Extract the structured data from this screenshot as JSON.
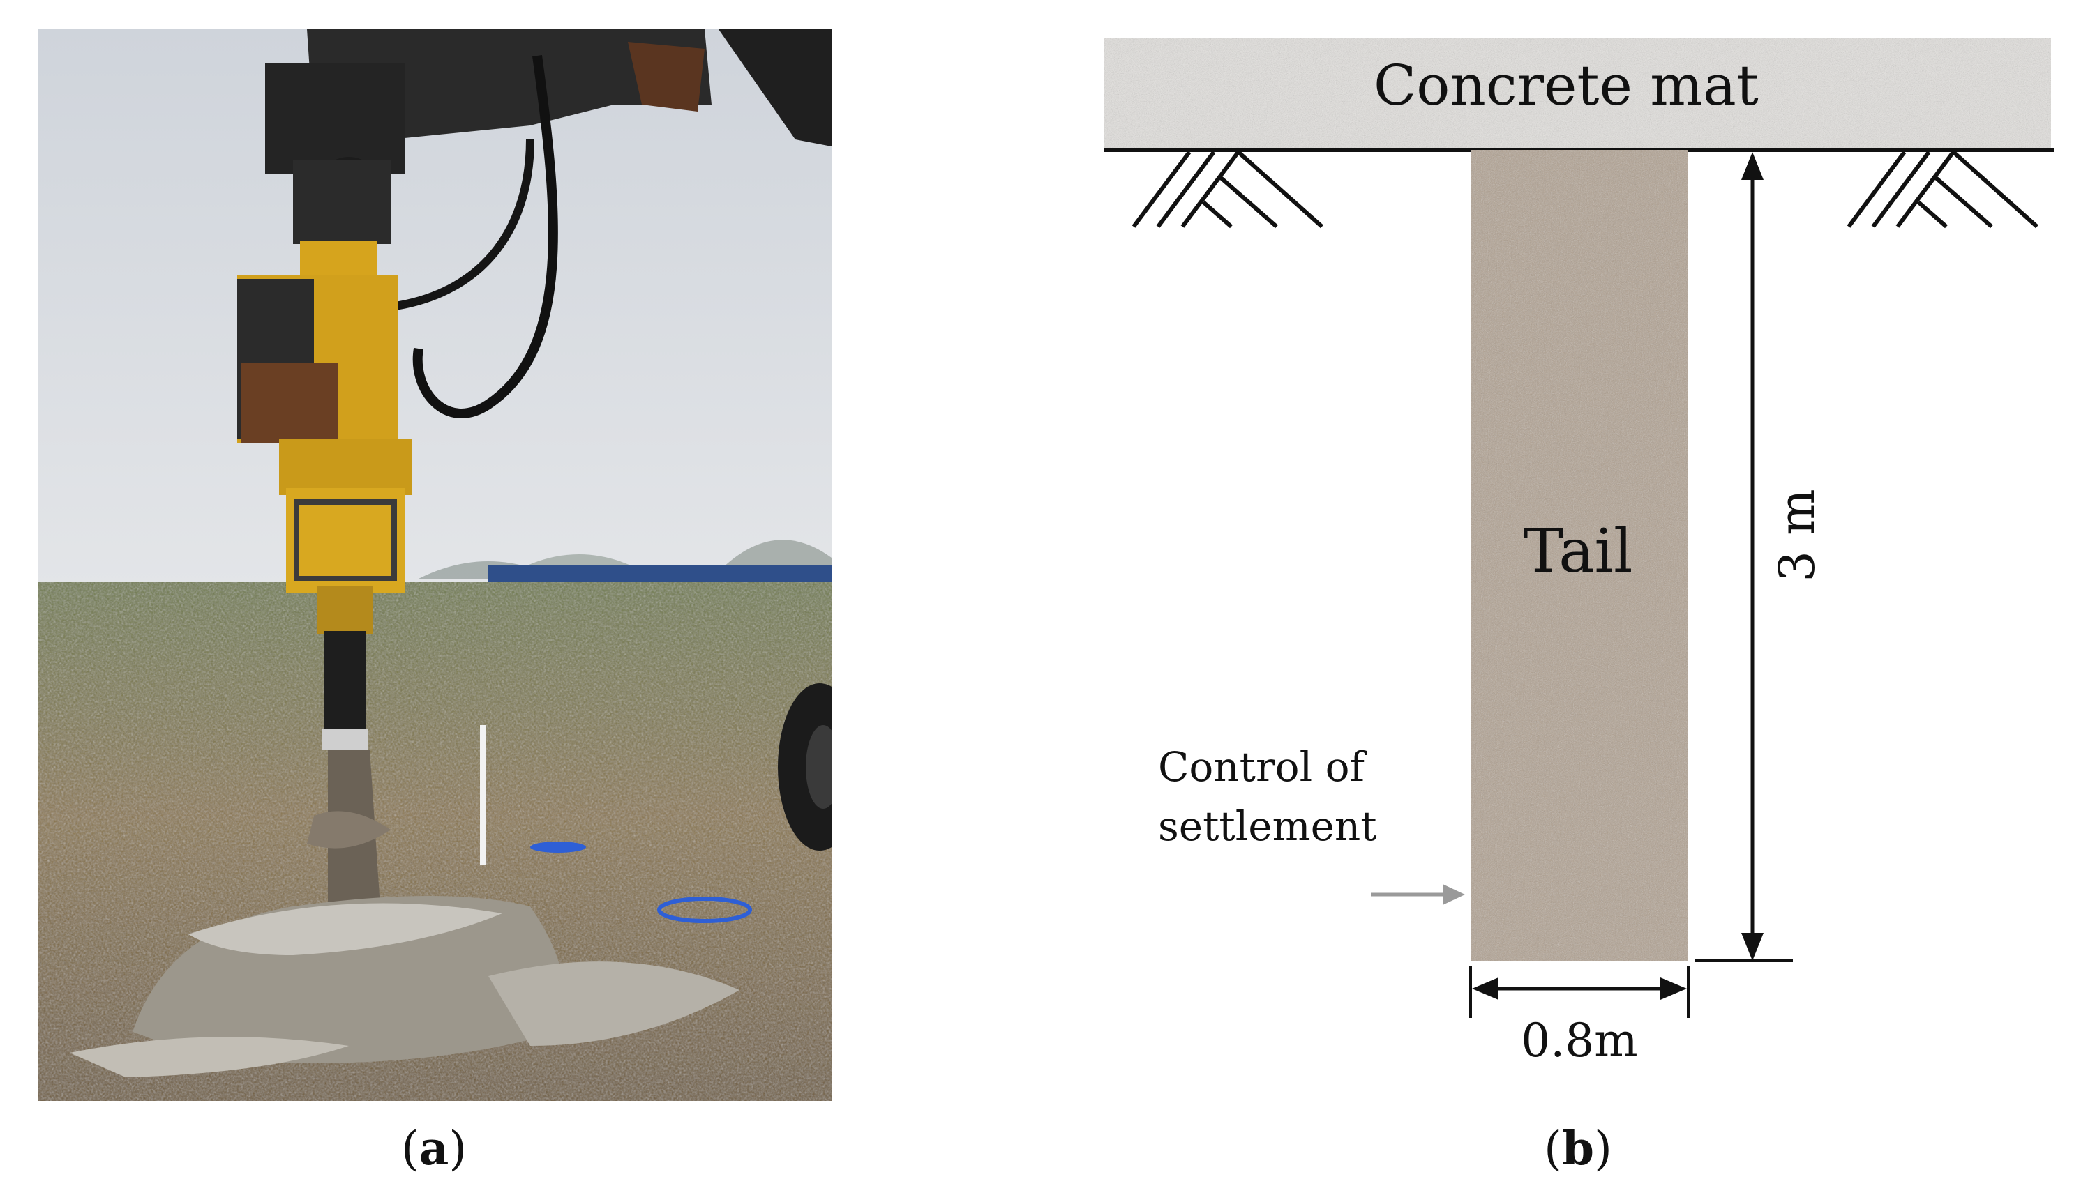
{
  "panel_a": {
    "caption_open": "(",
    "caption_letter": "a",
    "caption_close": ")",
    "scene": "field-drilling-photo"
  },
  "panel_b": {
    "caption_open": "(",
    "caption_letter": "b",
    "caption_close": ")",
    "mat_label": "Concrete mat",
    "column_label": "Tail",
    "depth_label": "3 m",
    "width_label": "0.8m",
    "annotation_line1": "Control of",
    "annotation_line2": "settlement"
  },
  "colors": {
    "sky": "#d9dde3",
    "grass": "#7b6a43",
    "machine_yellow": "#d6a41d",
    "column_fill": "#b2a290",
    "mat_fill": "#e4e2df",
    "line": "#111111",
    "arrow_gray": "#9a9a9a"
  }
}
